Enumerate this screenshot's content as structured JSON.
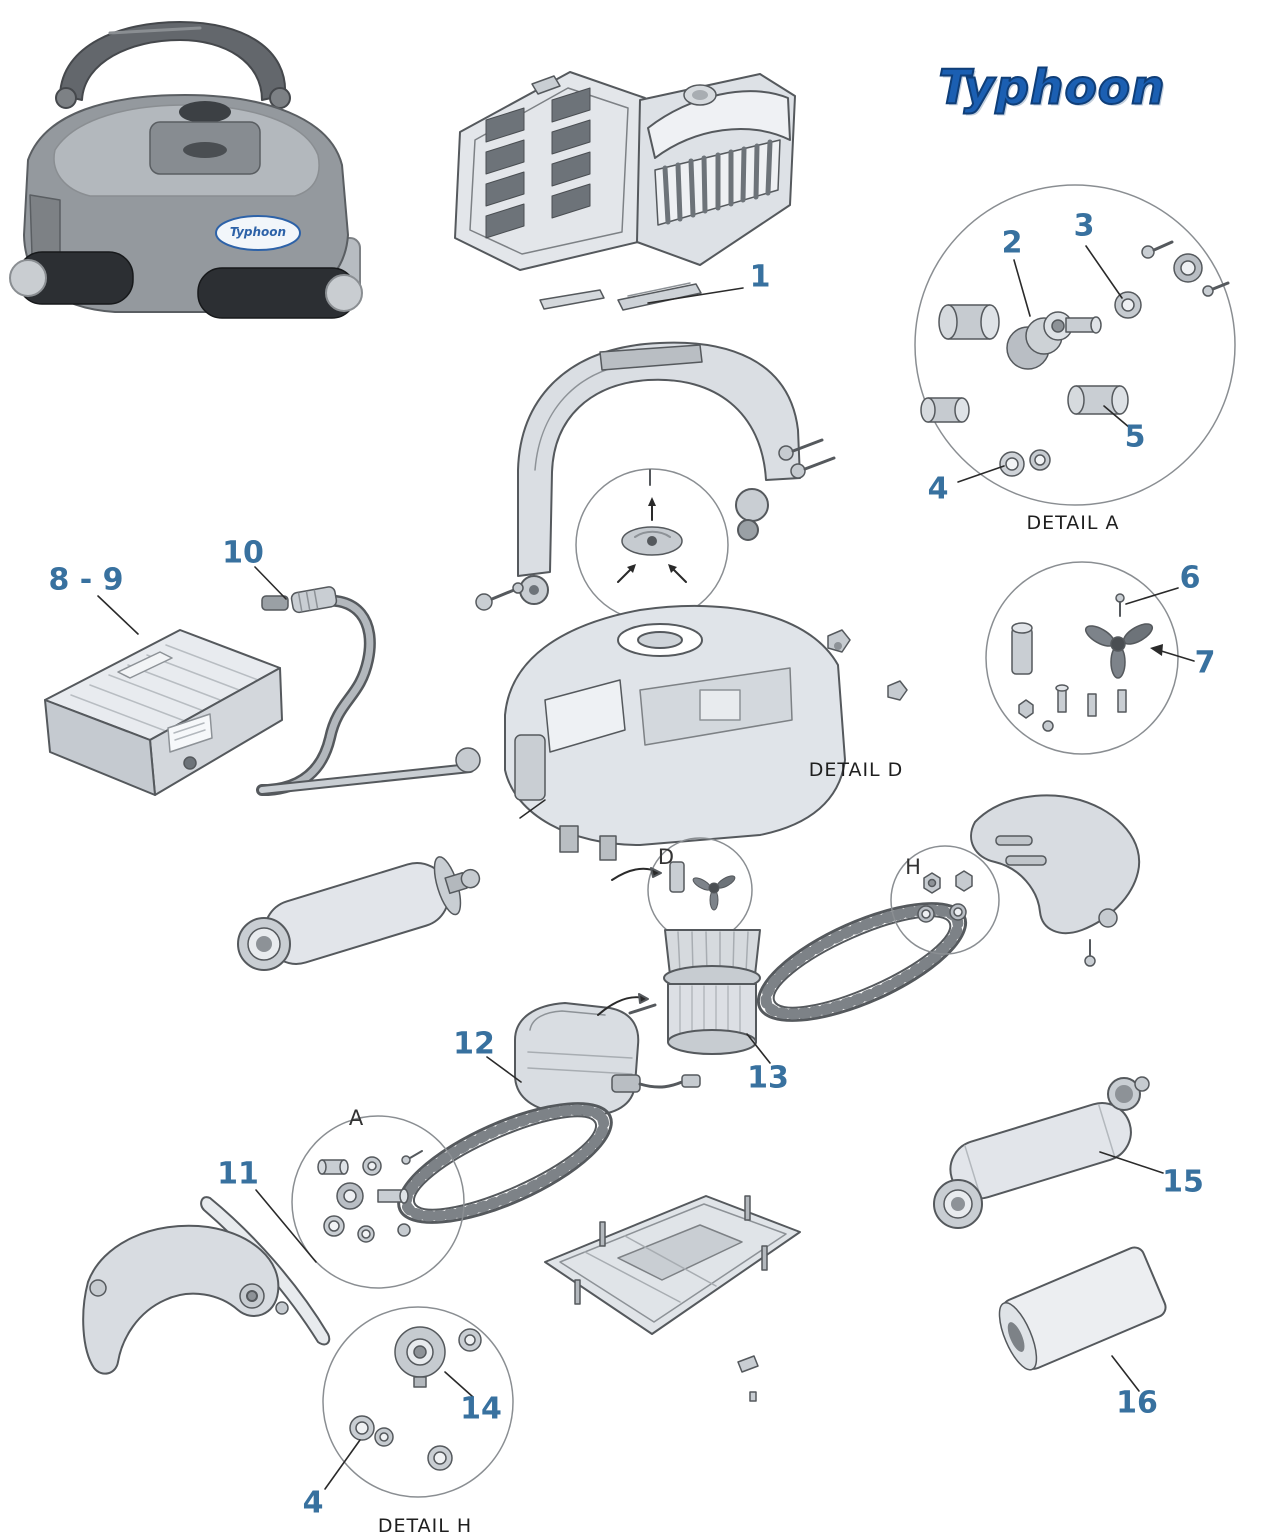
{
  "logo": {
    "text": "Typhoon"
  },
  "photo_badge": {
    "text": "Typhoon"
  },
  "callouts": {
    "c1": "1",
    "c2": "2",
    "c3": "3",
    "c4a": "4",
    "c5": "5",
    "c6": "6",
    "c7": "7",
    "c8_9": "8 - 9",
    "c10": "10",
    "c11": "11",
    "c12": "12",
    "c13": "13",
    "c14": "14",
    "c15": "15",
    "c16": "16",
    "c4b": "4"
  },
  "details": {
    "a": "DETAIL A",
    "d": "DETAIL D",
    "h": "DETAIL H"
  },
  "letters": {
    "d": "D",
    "h": "H",
    "a": "A"
  },
  "colors": {
    "callout": "#38719f",
    "logo": "#1b5fb2",
    "detail_text": "#1f1f1f",
    "line_art": "#55595d"
  }
}
